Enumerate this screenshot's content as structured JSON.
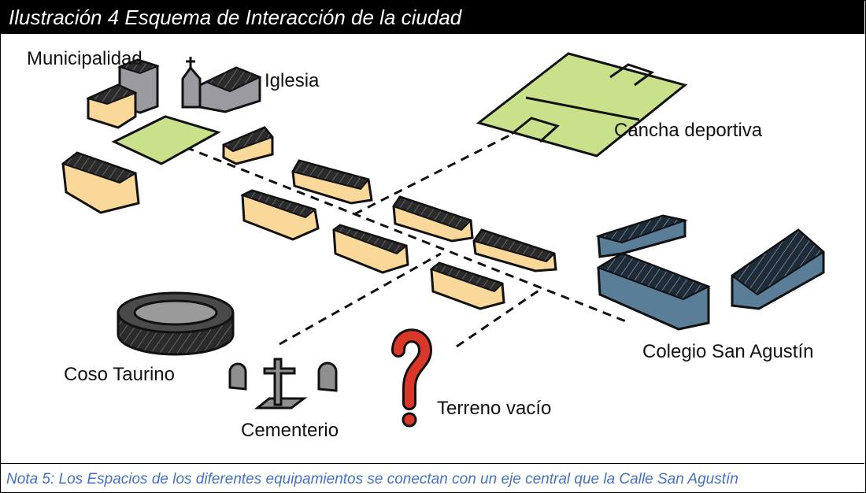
{
  "title": "Ilustración 4 Esquema de Interacción de la ciudad",
  "labels": {
    "municipalidad": "Municipalidad",
    "iglesia": "Iglesia",
    "cancha": "Cancha deportiva",
    "colegio": "Colegio San Agustín",
    "coso": "Coso Taurino",
    "cementerio": "Cementerio",
    "terreno": "Terreno vacío"
  },
  "note": "Nota 5: Los Espacios de los diferentes equipamientos se conectan con un eje central que la Calle San Agustín",
  "colors": {
    "house": "#f9d89a",
    "roof": "#1a1a1a",
    "grass": "#c9e18a",
    "school": "#5a7d98",
    "stone": "#8f8f8f",
    "question": "#d8372a",
    "note": "#4472c4"
  }
}
